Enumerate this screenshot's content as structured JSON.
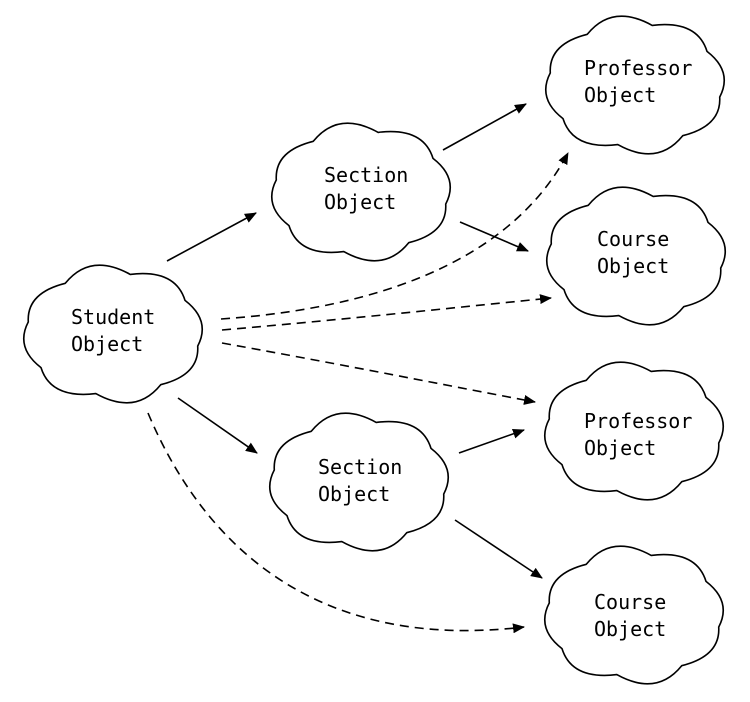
{
  "diagram": {
    "nodes": {
      "student": {
        "line1": "Student",
        "line2": "Object"
      },
      "section_top": {
        "line1": "Section",
        "line2": "Object"
      },
      "section_bottom": {
        "line1": "Section",
        "line2": "Object"
      },
      "professor_top": {
        "line1": "Professor",
        "line2": "Object"
      },
      "course_top": {
        "line1": "Course",
        "line2": "Object"
      },
      "professor_bottom": {
        "line1": "Professor",
        "line2": "Object"
      },
      "course_bottom": {
        "line1": "Course",
        "line2": "Object"
      }
    },
    "edges": [
      {
        "from": "student",
        "to": "section_top",
        "style": "solid"
      },
      {
        "from": "student",
        "to": "section_bottom",
        "style": "solid"
      },
      {
        "from": "section_top",
        "to": "professor_top",
        "style": "solid"
      },
      {
        "from": "section_top",
        "to": "course_top",
        "style": "solid"
      },
      {
        "from": "section_bottom",
        "to": "professor_bottom",
        "style": "solid"
      },
      {
        "from": "section_bottom",
        "to": "course_bottom",
        "style": "solid"
      },
      {
        "from": "student",
        "to": "professor_top",
        "style": "dashed"
      },
      {
        "from": "student",
        "to": "course_top",
        "style": "dashed"
      },
      {
        "from": "student",
        "to": "professor_bottom",
        "style": "dashed"
      },
      {
        "from": "student",
        "to": "course_bottom",
        "style": "dashed"
      }
    ]
  }
}
